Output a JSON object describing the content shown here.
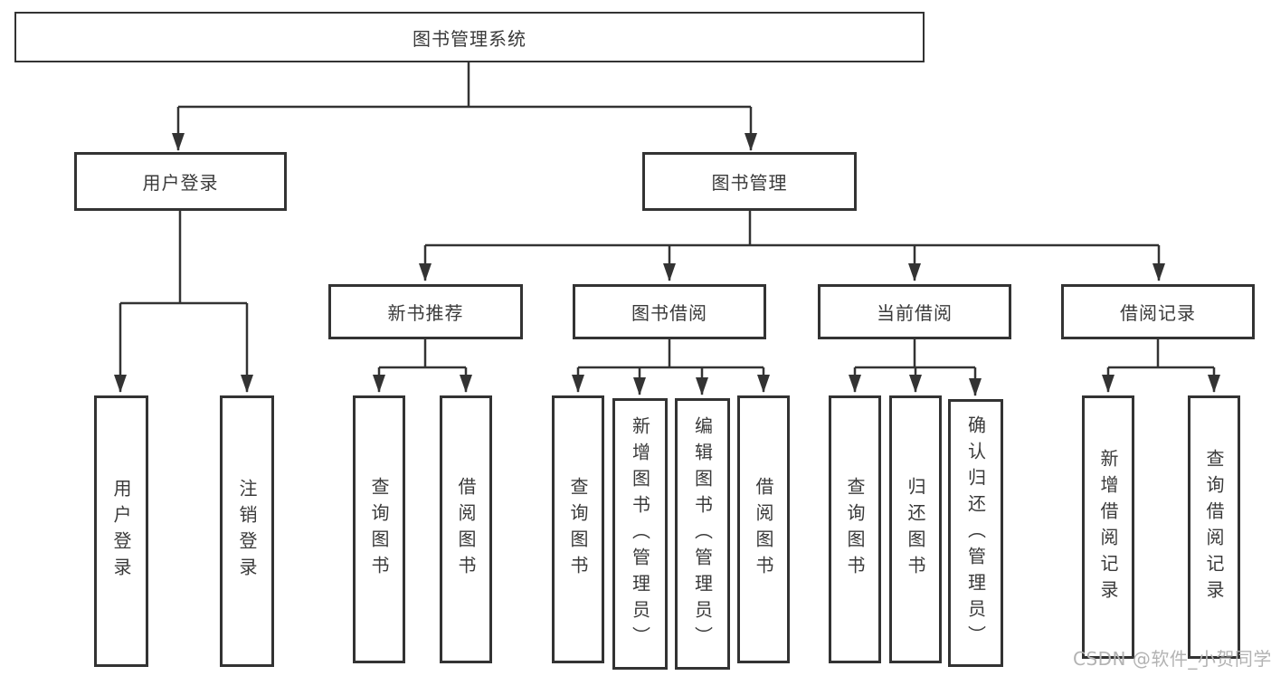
{
  "diagram": {
    "root": "图书管理系统",
    "branches": [
      {
        "label": "用户登录",
        "children": [
          "用户登录",
          "注销登录"
        ]
      },
      {
        "label": "图书管理",
        "groups": [
          {
            "label": "新书推荐",
            "children": [
              "查询图书",
              "借阅图书"
            ]
          },
          {
            "label": "图书借阅",
            "children": [
              "查询图书",
              "新增图书（管理员）",
              "编辑图书（管理员）",
              "借阅图书"
            ]
          },
          {
            "label": "当前借阅",
            "children": [
              "查询图书",
              "归还图书",
              "确认归还（管理员）"
            ]
          },
          {
            "label": "借阅记录",
            "children": [
              "新增借阅记录",
              "查询借阅记录"
            ]
          }
        ]
      }
    ]
  },
  "watermark": "CSDN @软件_小贺同学",
  "colors": {
    "line": "#333333",
    "border": "#333333",
    "text": "#3a3a3a",
    "watermark": "#b3b3b3",
    "background": "#ffffff"
  }
}
